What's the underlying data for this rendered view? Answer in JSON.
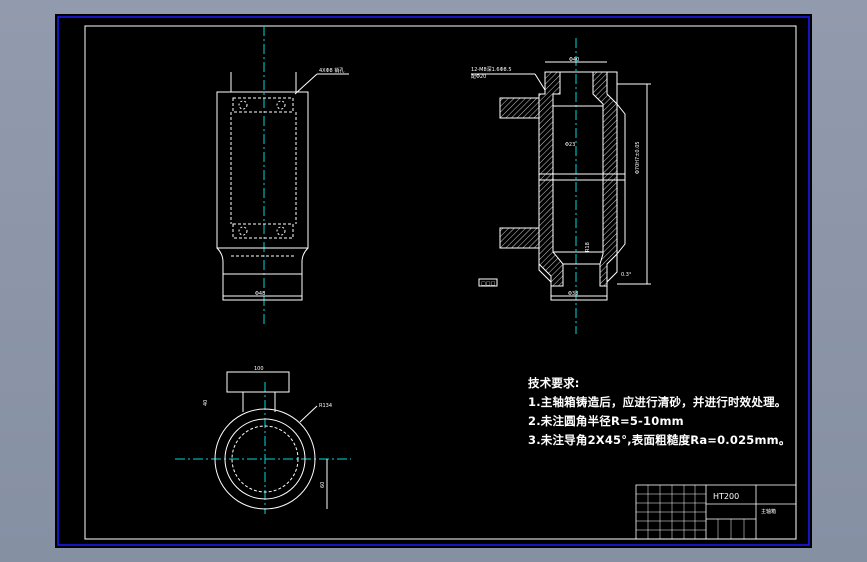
{
  "title_block": {
    "material": "HT200",
    "part_name": "主轴箱"
  },
  "technical_requirements": {
    "heading": "技术要求:",
    "items": [
      "1.主轴箱铸造后，应进行清砂，并进行时效处理。",
      "2.未注圆角半径R=5-10mm",
      "3.未注导角2X45°,表面粗糙度Ra=0.025mm。"
    ]
  },
  "annotations": {
    "keyway_note": "4XΦ8 销孔",
    "hole_note_line1": "12-M8深1.6Φ8.5",
    "hole_note_line2": "配Φ20",
    "side_dimension": "Φ70H7±0.05",
    "chamfer_note": "R18",
    "slope_note": "0.3°",
    "roughness_tag": "□□□",
    "top_width": "Φ40",
    "bottom_width": "Φ38",
    "base_width": "Φ48",
    "inner_mark": "Φ23",
    "plan_flange": "100",
    "plan_radius": "R134",
    "plan_height": "40",
    "plan_depth": "60"
  },
  "colors": {
    "outline": "#ffffff",
    "centerline": "#00d7d7",
    "frame_blue": "#1c1cff",
    "hatch": "#ffffff"
  }
}
